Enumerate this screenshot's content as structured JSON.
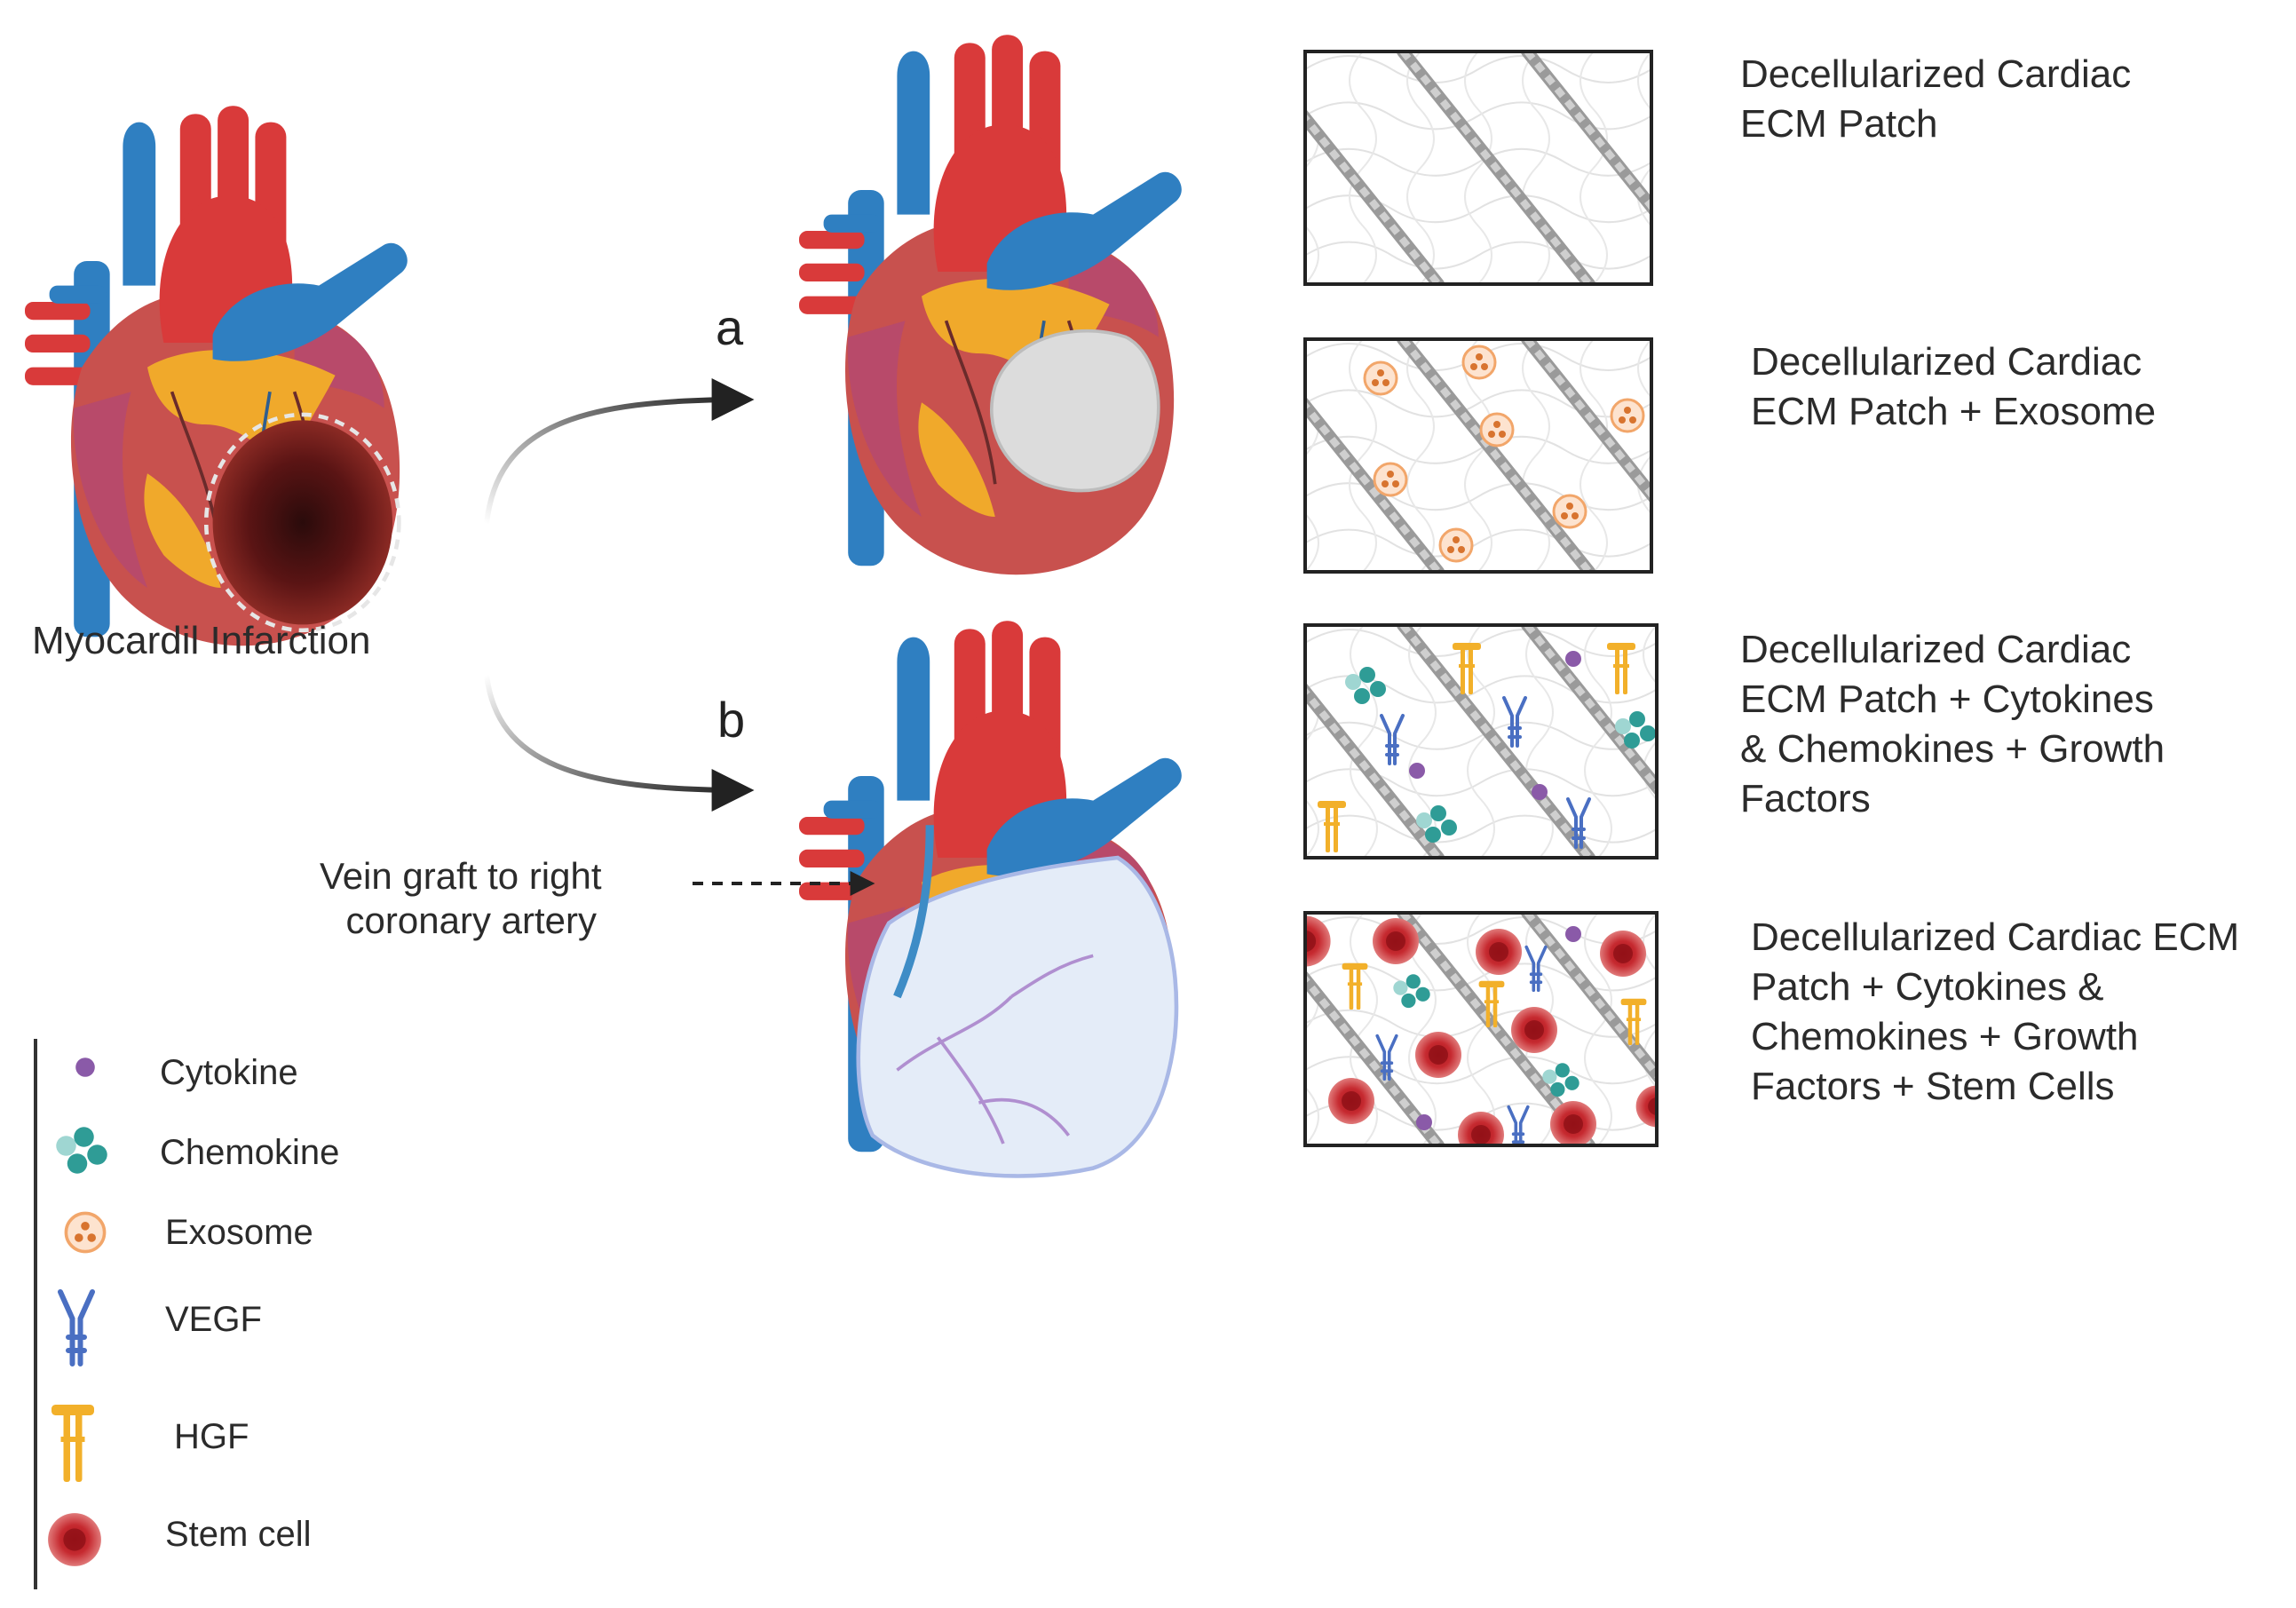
{
  "figure": {
    "mi_label": "Myocardil Infarction",
    "path_a_label": "a",
    "path_b_label": "b",
    "graft_label_lines": [
      "Vein graft to right",
      "coronary artery"
    ]
  },
  "panels": [
    {
      "lines": [
        "Decellularized Cardiac",
        "ECM Patch"
      ]
    },
    {
      "lines": [
        "Decellularized Cardiac",
        "ECM Patch + Exosome"
      ]
    },
    {
      "lines": [
        "Decellularized Cardiac",
        "ECM Patch + Cytokines",
        "& Chemokines + Growth",
        "Factors"
      ]
    },
    {
      "lines": [
        "Decellularized Cardiac ECM",
        "Patch + Cytokines &",
        "Chemokines + Growth",
        "Factors + Stem Cells"
      ]
    }
  ],
  "legend": [
    {
      "icon": "cytokine-icon",
      "label": "Cytokine"
    },
    {
      "icon": "chemokine-icon",
      "label": "Chemokine"
    },
    {
      "icon": "exosome-icon",
      "label": "Exosome"
    },
    {
      "icon": "vegf-icon",
      "label": "VEGF"
    },
    {
      "icon": "hgf-icon",
      "label": "HGF"
    },
    {
      "icon": "stem-cell-icon",
      "label": "Stem cell"
    }
  ],
  "colors": {
    "aorta_red": "#d93a3a",
    "vein_blue": "#2f7fc1",
    "muscle": "#c8514e",
    "fat": "#f0a92b",
    "patch_grey": "#dcdcdc",
    "graft_fill": "#e4ecf8",
    "graft_outline": "#a9b8e6",
    "cytokine": "#8a5aa8",
    "chemokine": "#2f9c96",
    "exosome": "#f2a66a",
    "vegf": "#4a6fc2",
    "hgf": "#f2b02a",
    "stem_cell": "#c0282d"
  }
}
